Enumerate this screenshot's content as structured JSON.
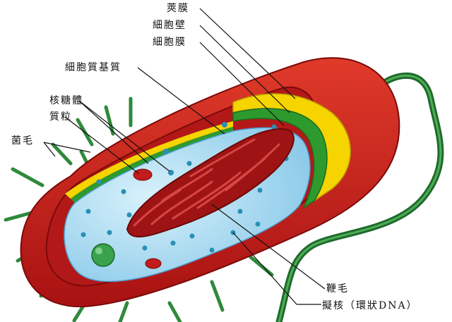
{
  "labels": {
    "capsule": "莢膜",
    "cell_wall": "細胞壁",
    "cell_membrane": "細胞膜",
    "cytoplasm": "細胞質基質",
    "ribosome": "核糖體",
    "plasmid": "質粒",
    "pili": "菌毛",
    "flagellum": "鞭毛",
    "nucleoid": "擬核（環狀DNA）"
  },
  "colors": {
    "capsule": "#cc1c1c",
    "capsule_dark": "#8e0e0e",
    "cell_wall": "#f5d400",
    "cell_membrane": "#2e9a2e",
    "cytoplasm": "#a9dbf2",
    "dna": "#b01818",
    "flagellum": "#1f6a2e",
    "pili": "#2f8a3c",
    "granule": "#2a8fb5"
  }
}
